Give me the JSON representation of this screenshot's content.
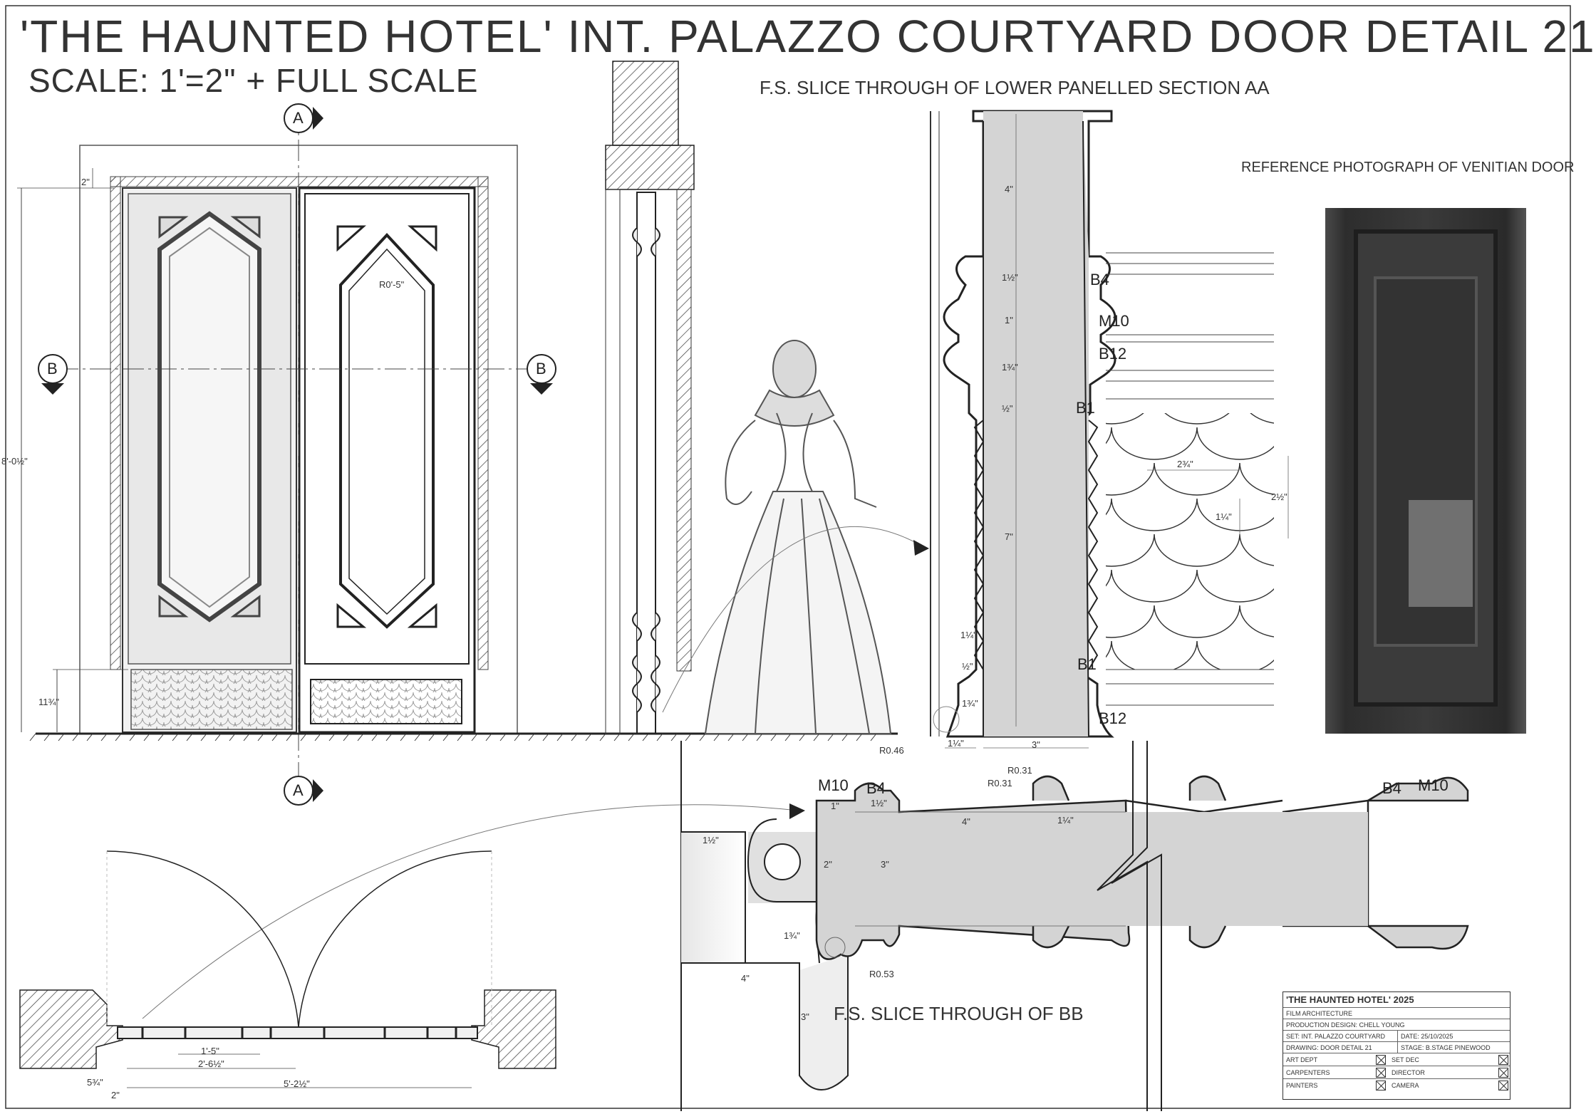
{
  "title": "'THE HAUNTED HOTEL' INT. PALAZZO COURTYARD DOOR DETAIL 21",
  "scale": "SCALE: 1'=2\" + FULL SCALE",
  "captions": {
    "section_aa": "F.S. SLICE THROUGH OF LOWER PANELLED SECTION AA",
    "section_bb": "F.S. SLICE THROUGH OF BB",
    "reference": "REFERENCE PHOTOGRAPH OF VENITIAN DOOR"
  },
  "section_markers": {
    "a": "A",
    "b": "B"
  },
  "elevation_dims": {
    "top_gap": "2\"",
    "height": "8'-0½\"",
    "base": "11¾\"",
    "radius": "R0'-5\""
  },
  "plan_dims": {
    "d1": "1'-5\"",
    "d2": "2'-6½\"",
    "d3": "5'-2½\"",
    "d4": "5¾\"",
    "d5": "2\""
  },
  "aa_labels": {
    "b4": "B4",
    "m10": "M10",
    "b12": "B12",
    "b1": "B1",
    "b1b": "B1",
    "b12b": "B12",
    "r046": "R0.46"
  },
  "aa_dims": {
    "top": "4\"",
    "d1": "1½\"",
    "d2": "1\"",
    "d3": "1¾\"",
    "d4": "½\"",
    "mid": "7\"",
    "d5": "1¼\"",
    "d6": "½\"",
    "d7": "1¾\"",
    "bottom_left": "1¼\"",
    "bottom_right": "3\"",
    "scale_w": "2¾\"",
    "scale_h": "2½\"",
    "scale_r": "1¼\""
  },
  "bb_labels": {
    "m10": "M10",
    "b4": "B4",
    "b4r": "B4",
    "m10r": "M10",
    "r031a": "R0.31",
    "r031b": "R0.31",
    "r053": "R0.53"
  },
  "bb_dims": {
    "d1": "1\"",
    "d2": "1½\"",
    "d3": "4\"",
    "d4": "1¼\"",
    "d5": "2\"",
    "d6": "3\"",
    "d7": "1½\"",
    "d8": "1¾\"",
    "d9": "4\"",
    "d10": "3\""
  },
  "title_block": {
    "project": "'THE HAUNTED HOTEL' 2025",
    "dept": "FILM ARCHITECTURE",
    "designer": "PRODUCTION DESIGN: CHELL YOUNG",
    "set": "SET: INT. PALAZZO COURTYARD",
    "date": "DATE: 25/10/2025",
    "drawing": "DRAWING: DOOR DETAIL 21",
    "stage": "STAGE: B.STAGE PINEWOOD",
    "rows": [
      {
        "left": "ART DEPT",
        "right": "SET DEC"
      },
      {
        "left": "CARPENTERS",
        "right": "DIRECTOR"
      },
      {
        "left": "PAINTERS",
        "right": "CAMERA"
      }
    ]
  }
}
